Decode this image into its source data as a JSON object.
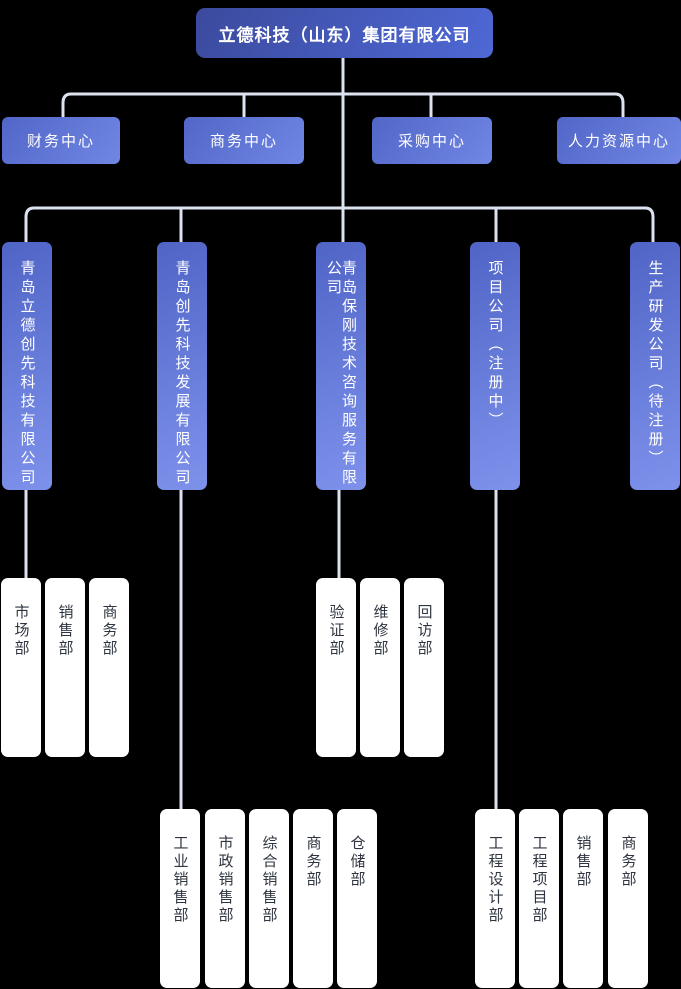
{
  "root": {
    "title": "立德科技（山东）集团有限公司"
  },
  "centers": [
    {
      "label": "财务中心"
    },
    {
      "label": "商务中心"
    },
    {
      "label": "采购中心"
    },
    {
      "label": "人力资源中心"
    }
  ],
  "companies": [
    {
      "name": "青岛立德创先科技有限公司",
      "departments": [
        "市场部",
        "销售部",
        "商务部"
      ]
    },
    {
      "name": "青岛创先科技发展有限公司",
      "departments": [
        "工业销售部",
        "市政销售部",
        "综合销售部",
        "商务部",
        "仓储部"
      ]
    },
    {
      "name": "青岛保刚技术咨询服务有限公司",
      "departments": [
        "验证部",
        "维修部",
        "回访部"
      ]
    },
    {
      "name": "项目公司（注册中）",
      "departments": [
        "工程设计部",
        "工程项目部",
        "销售部",
        "商务部"
      ]
    },
    {
      "name": "生产研发公司（待注册）",
      "departments": []
    }
  ],
  "colors": {
    "background": "#000000",
    "root_gradient_start": "#3b4a9d",
    "root_gradient_end": "#4e68d5",
    "center_gradient_start": "#5166c7",
    "center_gradient_end": "#7187e4",
    "company_gradient_start": "#5064c6",
    "company_gradient_end": "#7e92ec",
    "department_background": "#ffffff",
    "department_text": "#2f3540",
    "node_text": "#ffffff",
    "connector": "#dde2f0"
  }
}
